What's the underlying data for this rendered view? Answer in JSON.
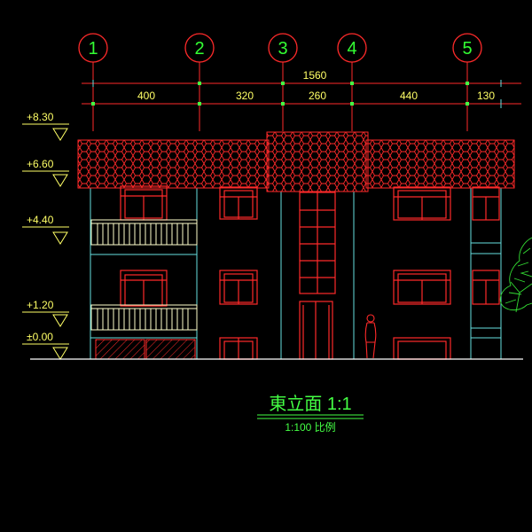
{
  "axes": [
    "1",
    "2",
    "3",
    "4",
    "5"
  ],
  "dimensions": {
    "total": "1560",
    "segments": [
      "400",
      "320",
      "260",
      "440",
      "130"
    ]
  },
  "elevations": [
    "+8.30",
    "+6.60",
    "+4.40",
    "+1.20",
    "±0.00"
  ],
  "title": "東立面 1:1",
  "scale": "1:100 比例",
  "colors": {
    "axis": "#ff2a2a",
    "grid_text": "#33ff33",
    "dim_text": "#ffff66",
    "wall": "#66e0e0",
    "window": "#ff2a2a",
    "balcony": "#ffffcc",
    "tree": "#33dd33",
    "title": "#44ff44"
  }
}
